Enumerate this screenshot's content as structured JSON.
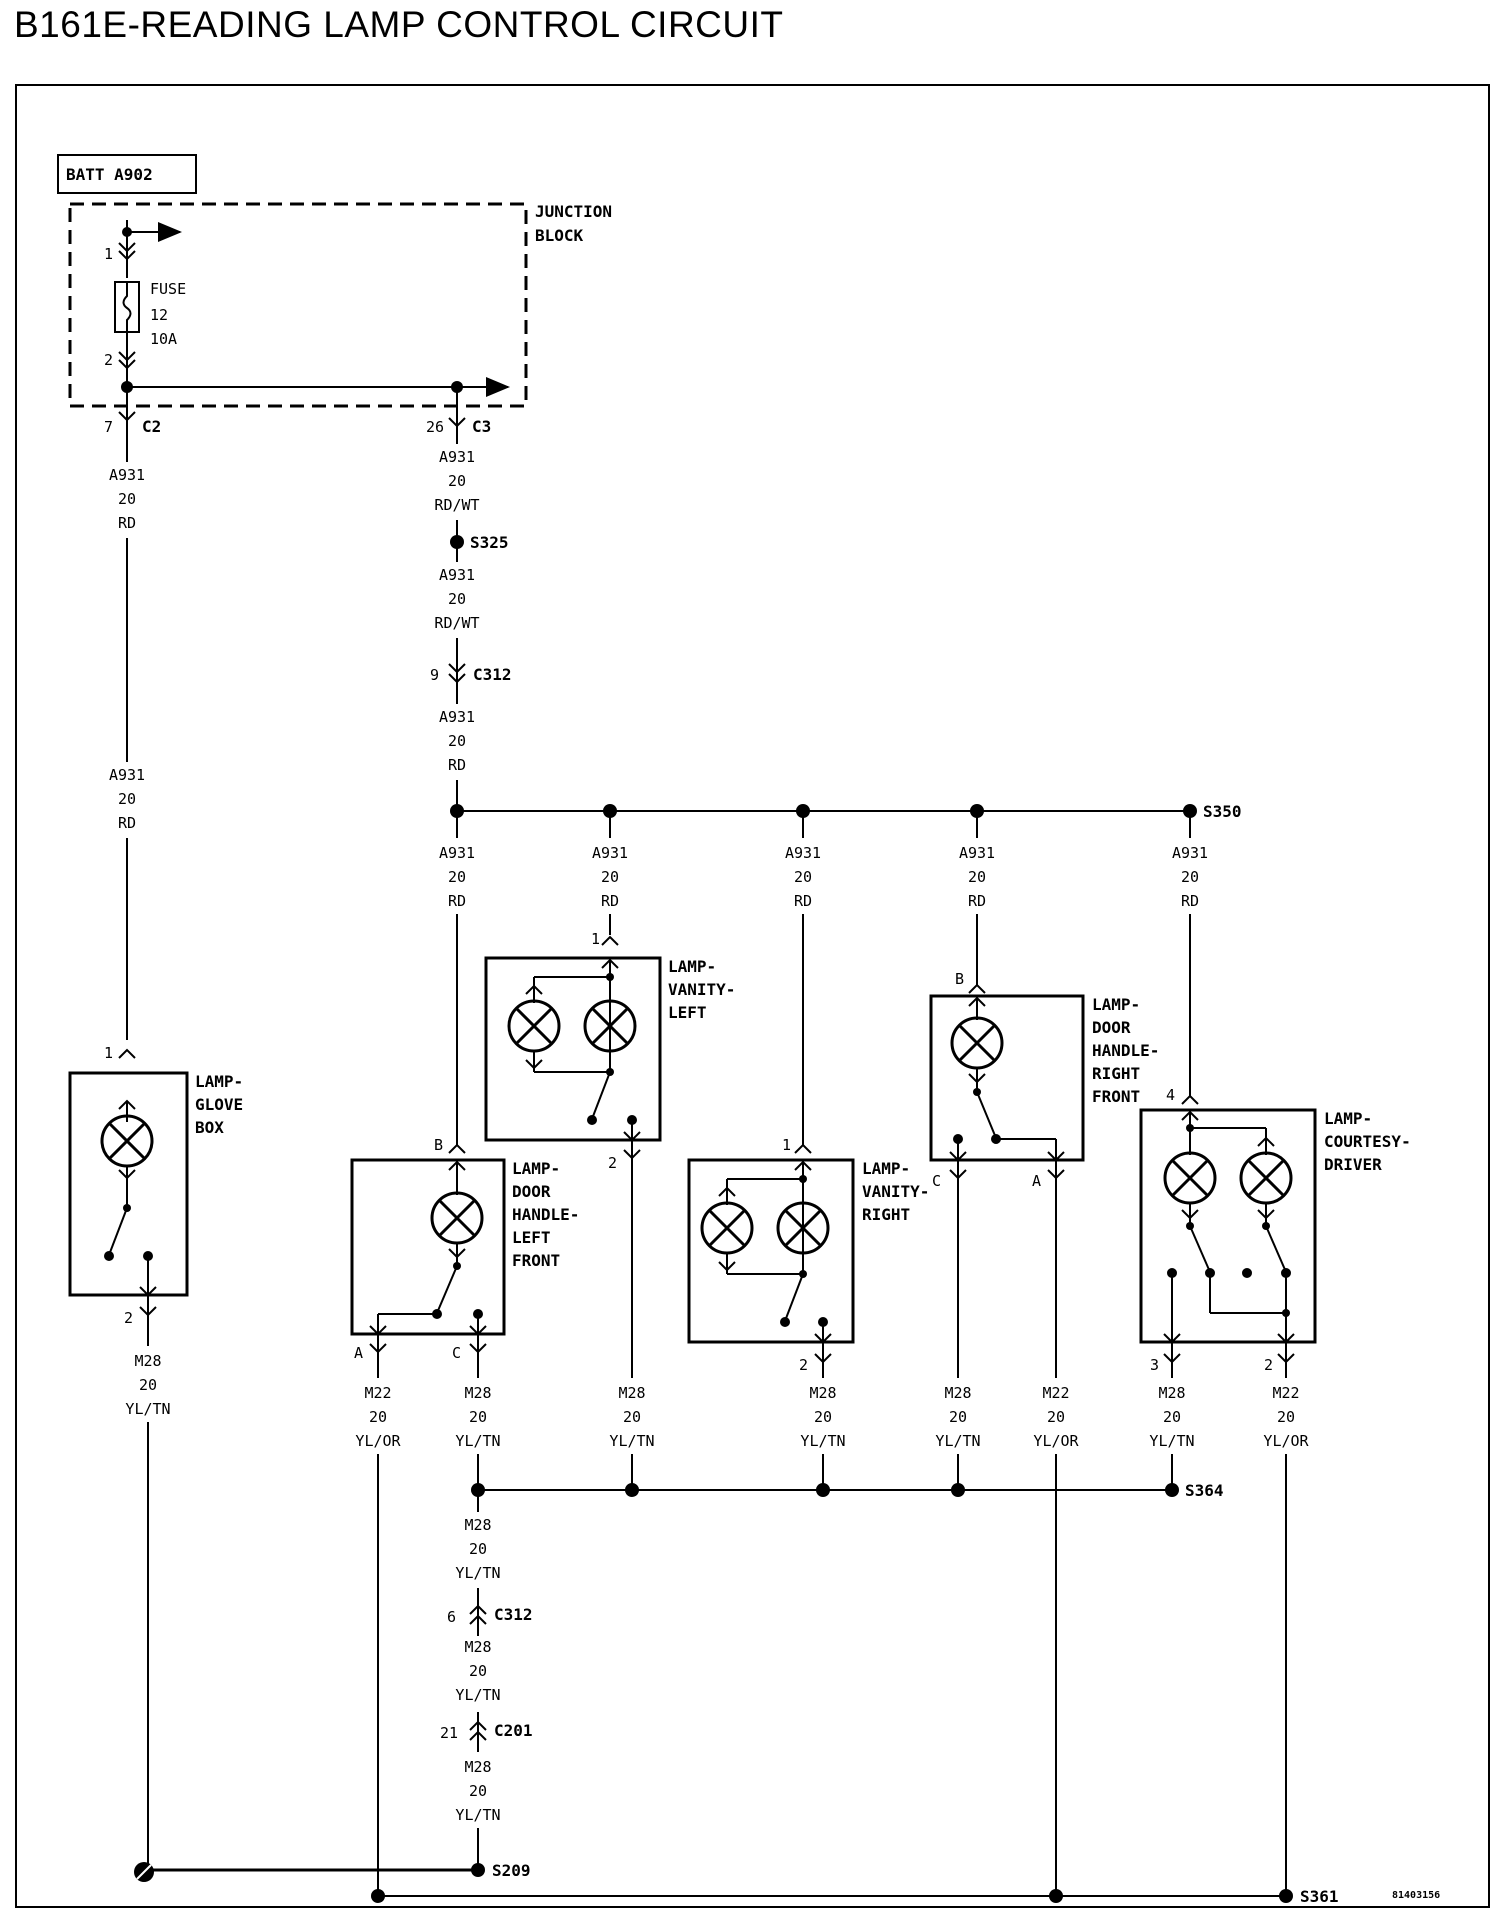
{
  "title": "B161E-READING LAMP CONTROL CIRCUIT",
  "source": {
    "label": "BATT A902"
  },
  "junction_block": {
    "line1": "JUNCTION",
    "line2": "BLOCK"
  },
  "fuse": {
    "label": "FUSE",
    "number": "12",
    "rating": "10A",
    "pin_in": "1",
    "pin_out": "2"
  },
  "connectors": {
    "c2": {
      "name": "C2",
      "pin": "7"
    },
    "c3": {
      "name": "C3",
      "pin": "26"
    },
    "c312_upper": {
      "name": "C312",
      "pin": "9"
    },
    "c312_lower": {
      "name": "C312",
      "pin": "6"
    },
    "c201": {
      "name": "C201",
      "pin": "21"
    }
  },
  "splices": {
    "s325": "S325",
    "s350": "S350",
    "s364": "S364",
    "s209": "S209",
    "s361": "S361"
  },
  "wires": {
    "a931_rdwt": {
      "circuit": "A931",
      "gauge": "20",
      "color": "RD/WT"
    },
    "a931_rd": {
      "circuit": "A931",
      "gauge": "20",
      "color": "RD"
    },
    "m28": {
      "circuit": "M28",
      "gauge": "20",
      "color": "YL/TN"
    },
    "m22": {
      "circuit": "M22",
      "gauge": "20",
      "color": "YL/OR"
    }
  },
  "lamps": {
    "glove": {
      "lines": [
        "LAMP-",
        "GLOVE",
        "BOX"
      ],
      "pin_top": "1",
      "pin_bottom": "2"
    },
    "vanity_left": {
      "lines": [
        "LAMP-",
        "VANITY-",
        "LEFT"
      ],
      "pin_top": "1",
      "pin_bottom": "2"
    },
    "door_left": {
      "lines": [
        "LAMP-",
        "DOOR",
        "HANDLE-",
        "LEFT",
        "FRONT"
      ],
      "pin_top": "B",
      "pin_a": "A",
      "pin_c": "C"
    },
    "vanity_right": {
      "lines": [
        "LAMP-",
        "VANITY-",
        "RIGHT"
      ],
      "pin_top": "1",
      "pin_bottom": "2"
    },
    "door_right": {
      "lines": [
        "LAMP-",
        "DOOR",
        "HANDLE-",
        "RIGHT",
        "FRONT"
      ],
      "pin_top": "B",
      "pin_a": "A",
      "pin_c": "C"
    },
    "courtesy": {
      "lines": [
        "LAMP-",
        "COURTESY-",
        "DRIVER"
      ],
      "pin_top": "4",
      "pin_3": "3",
      "pin_2": "2"
    }
  },
  "drawing_code": "81403156"
}
